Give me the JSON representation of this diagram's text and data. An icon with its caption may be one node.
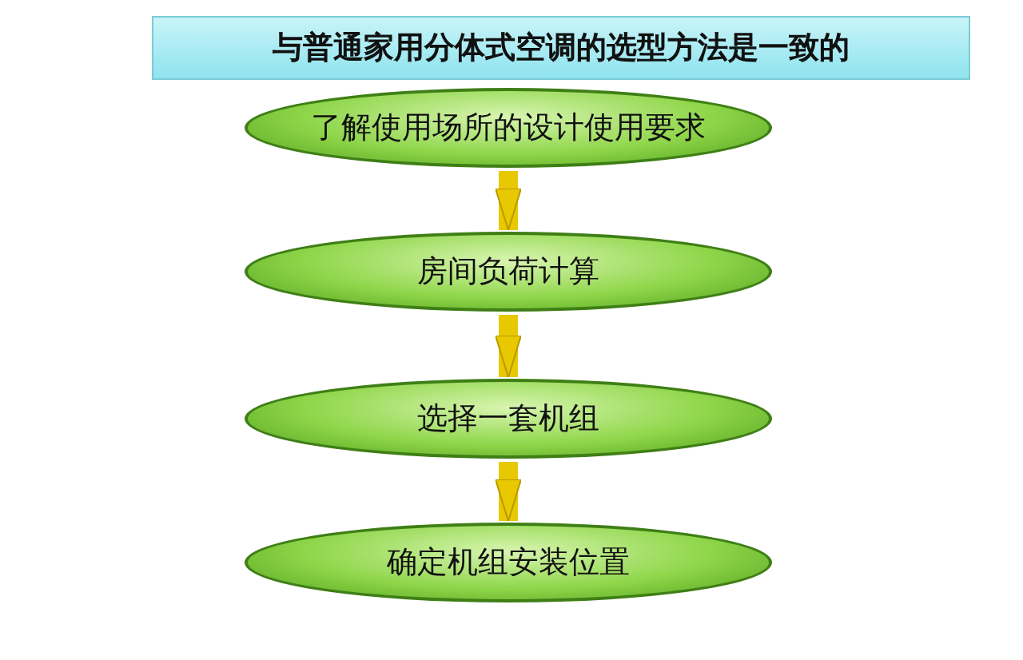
{
  "diagram": {
    "title": "与普通家用分体式空调的选型方法是一致的",
    "nodes": [
      {
        "text": [
          "了解使用场所的设计使用要求"
        ]
      },
      {
        "text": [
          "房间负荷计算"
        ]
      },
      {
        "text": [
          "选择一套机组"
        ]
      },
      {
        "text": [
          "确定机组安装位置"
        ]
      }
    ],
    "edges": [
      {
        "from": 0,
        "to": 1,
        "arrow": "to"
      },
      {
        "from": 1,
        "to": 2,
        "arrow": "to"
      },
      {
        "from": 2,
        "to": 3,
        "arrow": "to"
      }
    ]
  }
}
